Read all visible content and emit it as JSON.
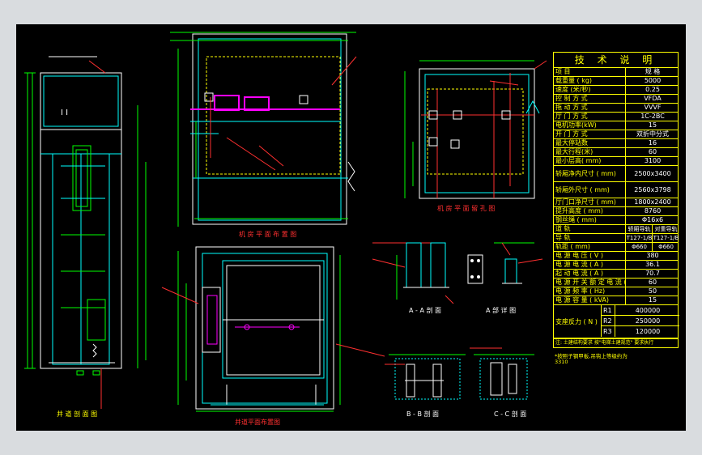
{
  "drawing": {
    "colors": {
      "background": "#000000",
      "frame": "#d9dcdf",
      "cyan": "#00ffff",
      "yellow": "#ffff00",
      "red": "#ff3030",
      "green": "#00ff00",
      "magenta": "#ff00ff",
      "white": "#ffffff"
    },
    "views": {
      "shaft_section": "井 道 剖 面 图",
      "shaft_plan": "井道平面布置图",
      "machine_room_plan": "机 房 平 面 布 置 图",
      "machine_room_hole_plan": "机 房 平 面 留 孔 图",
      "section_aa": "A - A 剖 面",
      "detail_a": "A 部 详 图",
      "section_bb": "B - B 剖 面",
      "section_cc": "C - C 剖 面",
      "section_mark": "I I"
    },
    "spec_table": {
      "title": "技 术 说 明",
      "header": {
        "key": "项 目",
        "value": "规 格"
      },
      "rows": [
        {
          "key": "载重量 ( kg)",
          "value": "5000"
        },
        {
          "key": "速度 (米/秒)",
          "value": "0.25"
        },
        {
          "key": "控 制 方 式",
          "value": "VFDA"
        },
        {
          "key": "拖 动 方 式",
          "value": "VVVF"
        },
        {
          "key": "厅 门 方 式",
          "value": "1C-2BC"
        },
        {
          "key": "电机功率(kW)",
          "value": "15"
        },
        {
          "key": "开 门 方 式",
          "value": "双折中分式"
        },
        {
          "key": "最大停站数",
          "value": "16"
        },
        {
          "key": "最大行程(米)",
          "value": "60"
        },
        {
          "key": "最小层高( mm)",
          "value": "3100"
        },
        {
          "key": "轿厢净内尺寸 ( mm)",
          "value": "2500x3400"
        },
        {
          "key": "轿厢外尺寸 ( mm)",
          "value": "2560x3798"
        },
        {
          "key": "厅门口净尺寸 ( mm)",
          "value": "1800x2400"
        },
        {
          "key": "提升高度 ( mm)",
          "value": "8760"
        },
        {
          "key": "钢丝绳 ( mm)",
          "value": "Φ16x6"
        }
      ],
      "rail_header": {
        "key": "道    轨",
        "v1": "轿厢导轨",
        "v2": "对重导轨"
      },
      "rail_rows": [
        {
          "key": "导    轨",
          "v1": "T127-1/B",
          "v2": "T127-1/B"
        },
        {
          "key": "轨距 ( mm)",
          "v1": "Φ660",
          "v2": "Φ660"
        }
      ],
      "electrical_rows": [
        {
          "key": "电 源 电 压 ( V )",
          "value": "380"
        },
        {
          "key": "电 源 电 流 ( A )",
          "value": "36.1"
        },
        {
          "key": "起 动 电 流 ( A )",
          "value": "70.7"
        },
        {
          "key": "电 源 开 关 额 定 电 流 ( A )",
          "value": "60"
        },
        {
          "key": "电 源 频 率 ( Hz)",
          "value": "50"
        },
        {
          "key": "电 源 容 量 ( kVA)",
          "value": "15"
        }
      ],
      "reaction": {
        "label": "支座反力 ( N )",
        "items": [
          {
            "name": "R1",
            "value": "400000"
          },
          {
            "name": "R2",
            "value": "250000"
          },
          {
            "name": "R3",
            "value": "120000"
          }
        ]
      },
      "footnote": "注: 土建结构要求 按\"电梯土建规范\" 要求执行",
      "note_text": "*按照子钢甲板,吊钩上等级约为",
      "note_value": "3310"
    }
  }
}
